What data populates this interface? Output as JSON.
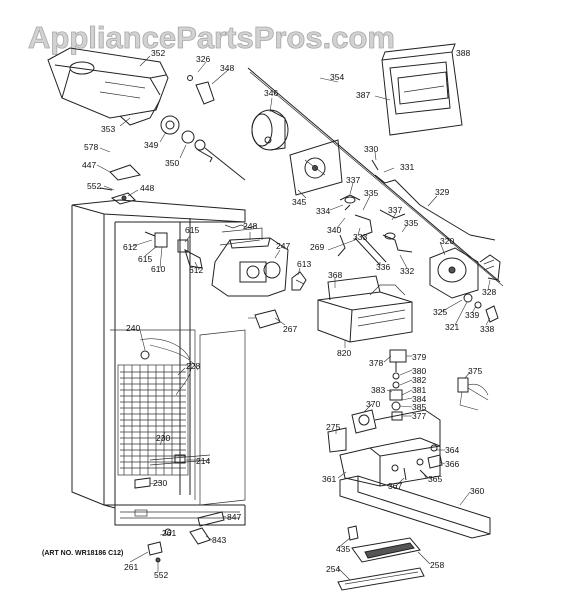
{
  "watermark": "AppliancePartsPros.com",
  "art_number": "(ART NO. WR18186 C12)",
  "labels": {
    "p352": "352",
    "p326": "326",
    "p348": "348",
    "p388": "388",
    "p354": "354",
    "p387": "387",
    "p346": "346",
    "p353": "353",
    "p349": "349",
    "p578": "578",
    "p350": "350",
    "p447": "447",
    "p552a": "552",
    "p448": "448",
    "p330": "330",
    "p331": "331",
    "p337a": "337",
    "p345": "345",
    "p334": "334",
    "p335a": "335",
    "p329": "329",
    "p340": "340",
    "p333": "333",
    "p337b": "337",
    "p335b": "335",
    "p248": "248",
    "p615a": "615",
    "p612a": "612",
    "p615b": "615",
    "p247": "247",
    "p610": "610",
    "p612b": "612",
    "p613": "613",
    "p269": "269",
    "p336": "336",
    "p332": "332",
    "p320": "320",
    "p368": "368",
    "p328": "328",
    "p325": "325",
    "p339": "339",
    "p321": "321",
    "p338": "338",
    "p267": "267",
    "p240": "240",
    "p820": "820",
    "p228": "228",
    "p378": "378",
    "p379": "379",
    "p380": "380",
    "p382": "382",
    "p375": "375",
    "p383": "383",
    "p381": "381",
    "p384": "384",
    "p385": "385",
    "p370": "370",
    "p377": "377",
    "p230a": "230",
    "p275": "275",
    "p214": "214",
    "p364": "364",
    "p366": "366",
    "p230b": "230",
    "p361": "361",
    "p367": "367",
    "p365": "365",
    "p360": "360",
    "p847": "847",
    "p261a": "261",
    "p843": "843",
    "p435": "435",
    "p261b": "261",
    "p552b": "552",
    "p258": "258",
    "p254": "254"
  }
}
